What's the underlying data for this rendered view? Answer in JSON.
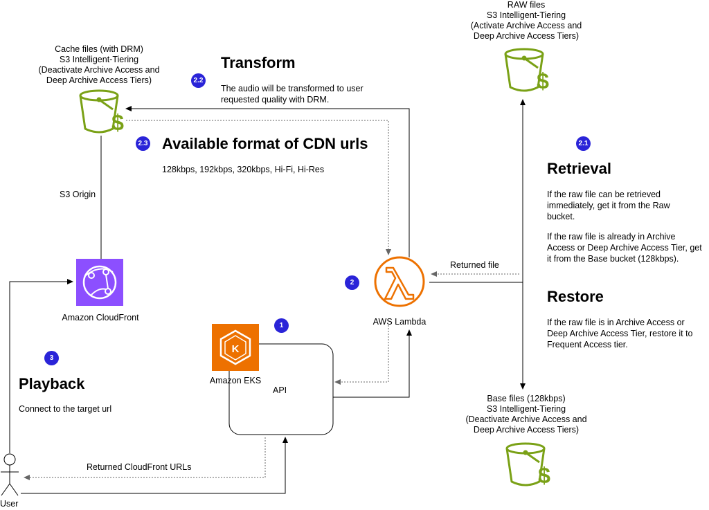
{
  "raw_bucket": {
    "line1": "RAW files",
    "line2": "S3 Intelligent-Tiering",
    "line3": "(Activate Archive Access and",
    "line4": "Deep Archive Access Tiers)"
  },
  "cache_bucket": {
    "line1": "Cache files (with DRM)",
    "line2": "S3 Intelligent-Tiering",
    "line3": "(Deactivate Archive Access and",
    "line4": "Deep Archive Access Tiers)"
  },
  "base_bucket": {
    "line1": "Base files (128kbps)",
    "line2": "S3 Intelligent-Tiering",
    "line3": "(Deactivate Archive Access and",
    "line4": "Deep Archive Access Tiers)"
  },
  "transform": {
    "badge": "2.2",
    "title": "Transform",
    "desc_line1": "The audio will be transformed to user",
    "desc_line2": "requested quality with DRM."
  },
  "formats": {
    "badge": "2.3",
    "title": "Available format of CDN urls",
    "list": "128kbps, 192kbps, 320kbps, Hi-Fi, Hi-Res"
  },
  "retrieval": {
    "badge": "2.1",
    "title": "Retrieval",
    "para1": "If the raw file can be retrieved immediately, get it from the Raw bucket.",
    "para2": "If the raw file is already in Archive Access or Deep Archive Access Tier, get it from the Base bucket (128kbps)."
  },
  "restore": {
    "title": "Restore",
    "para1": "If the raw file is in Archive Access or Deep Archive Access Tier, restore it to Frequent Access tier."
  },
  "playback": {
    "badge": "3",
    "title": "Playback",
    "desc": "Connect to the target url"
  },
  "labels": {
    "s3_origin": "S3 Origin",
    "cloudfront": "Amazon CloudFront",
    "eks": "Amazon EKS",
    "api": "API",
    "lambda": "AWS Lambda",
    "returned_file": "Returned file",
    "returned_urls": "Returned CloudFront URLs",
    "user": "User"
  },
  "badges": {
    "eks": "1",
    "lambda": "2"
  },
  "colors": {
    "bucket_green": "#7aa116",
    "cloudfront_purple": "#8c4fff",
    "eks_orange": "#ed7100",
    "lambda_orange": "#ed7100",
    "badge_blue": "#2a24d8"
  },
  "icons": {
    "buckets": "s3-bucket-icon",
    "cloudfront": "cloudfront-icon",
    "eks": "eks-icon",
    "lambda": "lambda-icon",
    "user": "user-actor-icon"
  }
}
